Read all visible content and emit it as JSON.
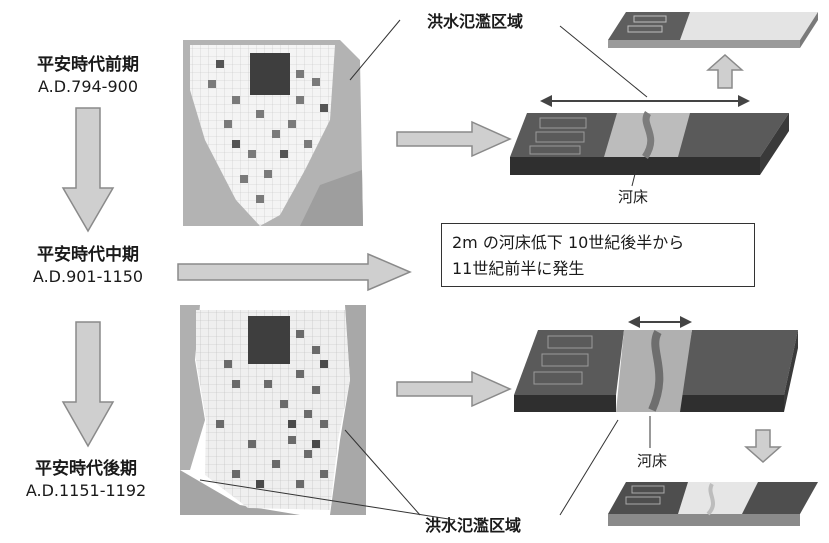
{
  "periods": [
    {
      "name": "平安時代前期",
      "years": "A.D.794-900"
    },
    {
      "name": "平安時代中期",
      "years": "A.D.901-1150"
    },
    {
      "name": "平安時代後期",
      "years": "A.D.1151-1192"
    }
  ],
  "labels": {
    "flood_area_top": "洪水氾濫区域",
    "flood_area_bottom": "洪水氾濫区域",
    "riverbed_top": "河床",
    "riverbed_bottom": "河床"
  },
  "note": {
    "line1": "2m の河床低下 10世紀後半から",
    "line2": "11世紀前半に発生"
  },
  "colors": {
    "arrow_fill": "#cfcfcf",
    "arrow_stroke": "#8a8a8a",
    "land_dark": "#4a4a4a",
    "river_light": "#bdbdbd",
    "map_water": "#a8a8a8"
  },
  "icons": [
    "down-arrow",
    "right-arrow",
    "up-arrow",
    "double-arrow"
  ]
}
